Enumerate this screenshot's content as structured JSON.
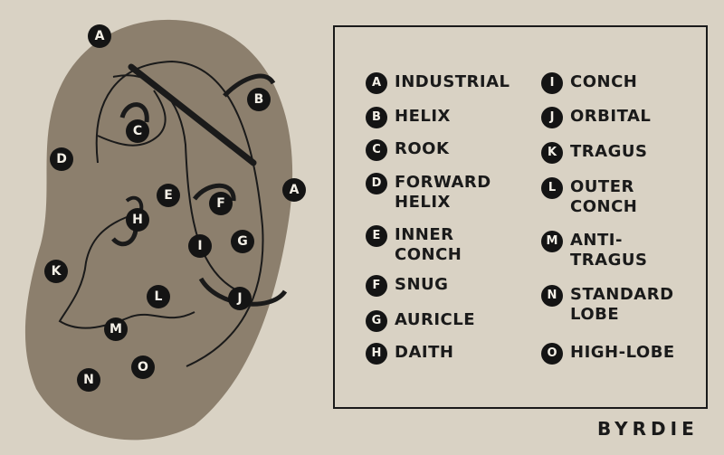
{
  "brand": "BYRDIE",
  "markers": [
    {
      "letter": "A"
    },
    {
      "letter": "B"
    },
    {
      "letter": "C"
    },
    {
      "letter": "D"
    },
    {
      "letter": "E"
    },
    {
      "letter": "F"
    },
    {
      "letter": "H"
    },
    {
      "letter": "A"
    },
    {
      "letter": "G"
    },
    {
      "letter": "I"
    },
    {
      "letter": "K"
    },
    {
      "letter": "L"
    },
    {
      "letter": "J"
    },
    {
      "letter": "M"
    },
    {
      "letter": "O"
    },
    {
      "letter": "N"
    }
  ],
  "legend": [
    {
      "letter": "A",
      "label": "INDUSTRIAL"
    },
    {
      "letter": "B",
      "label": "HELIX"
    },
    {
      "letter": "C",
      "label": "ROOK"
    },
    {
      "letter": "D",
      "label": "FORWARD\nHELIX"
    },
    {
      "letter": "E",
      "label": "INNER\nCONCH"
    },
    {
      "letter": "F",
      "label": "SNUG"
    },
    {
      "letter": "G",
      "label": "AURICLE"
    },
    {
      "letter": "H",
      "label": "DAITH"
    },
    {
      "letter": "I",
      "label": "CONCH"
    },
    {
      "letter": "J",
      "label": "ORBITAL"
    },
    {
      "letter": "K",
      "label": "TRAGUS"
    },
    {
      "letter": "L",
      "label": "OUTER\nCONCH"
    },
    {
      "letter": "M",
      "label": "ANTI-\nTRAGUS"
    },
    {
      "letter": "N",
      "label": "STANDARD\nLOBE"
    },
    {
      "letter": "O",
      "label": "HIGH-LOBE"
    }
  ]
}
